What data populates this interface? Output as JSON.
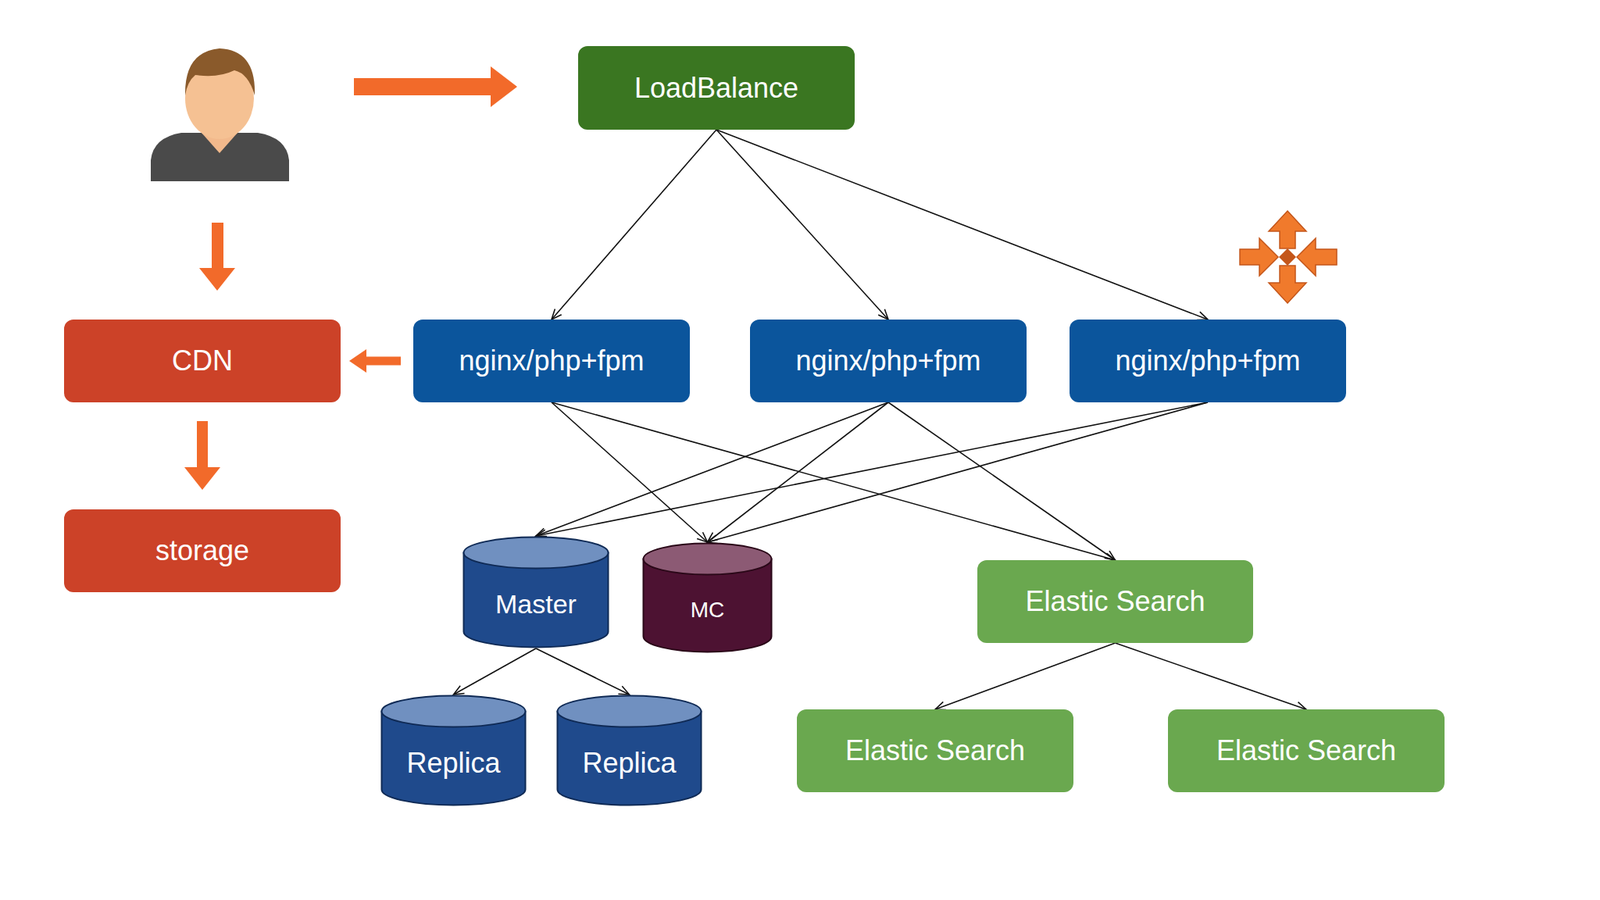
{
  "diagram": {
    "nodes": [
      {
        "text": [
          "LoadBalance"
        ]
      },
      {
        "text": [
          "CDN"
        ]
      },
      {
        "text": [
          "nginx/php+fpm"
        ]
      },
      {
        "text": [
          "nginx/php+fpm"
        ]
      },
      {
        "text": [
          "nginx/php+fpm"
        ]
      },
      {
        "text": [
          "storage"
        ]
      },
      {
        "text": [
          "Master"
        ]
      },
      {
        "text": [
          "MC"
        ]
      },
      {
        "text": [
          "Elastic Search"
        ]
      },
      {
        "text": [
          "Replica"
        ]
      },
      {
        "text": [
          "Replica"
        ]
      },
      {
        "text": [
          "Elastic Search"
        ]
      },
      {
        "text": [
          "Elastic Search"
        ]
      }
    ],
    "edges": [
      {
        "from": 0,
        "to": 2,
        "arrow": "to"
      },
      {
        "from": 0,
        "to": 3,
        "arrow": "to"
      },
      {
        "from": 0,
        "to": 4,
        "arrow": "to"
      },
      {
        "from": 2,
        "to": 1,
        "arrow": "to"
      },
      {
        "from": 1,
        "to": 5,
        "arrow": "to"
      },
      {
        "from": 2,
        "to": 7,
        "arrow": "to"
      },
      {
        "from": 2,
        "to": 8,
        "arrow": "to"
      },
      {
        "from": 3,
        "to": 6,
        "arrow": "to"
      },
      {
        "from": 3,
        "to": 7,
        "arrow": "to"
      },
      {
        "from": 3,
        "to": 8,
        "arrow": "to"
      },
      {
        "from": 4,
        "to": 6,
        "arrow": "to"
      },
      {
        "from": 4,
        "to": 7,
        "arrow": "to"
      },
      {
        "from": 6,
        "to": 9,
        "arrow": "to"
      },
      {
        "from": 6,
        "to": 10,
        "arrow": "to"
      },
      {
        "from": 8,
        "to": 11,
        "arrow": "to"
      },
      {
        "from": 8,
        "to": 12,
        "arrow": "to"
      }
    ]
  }
}
